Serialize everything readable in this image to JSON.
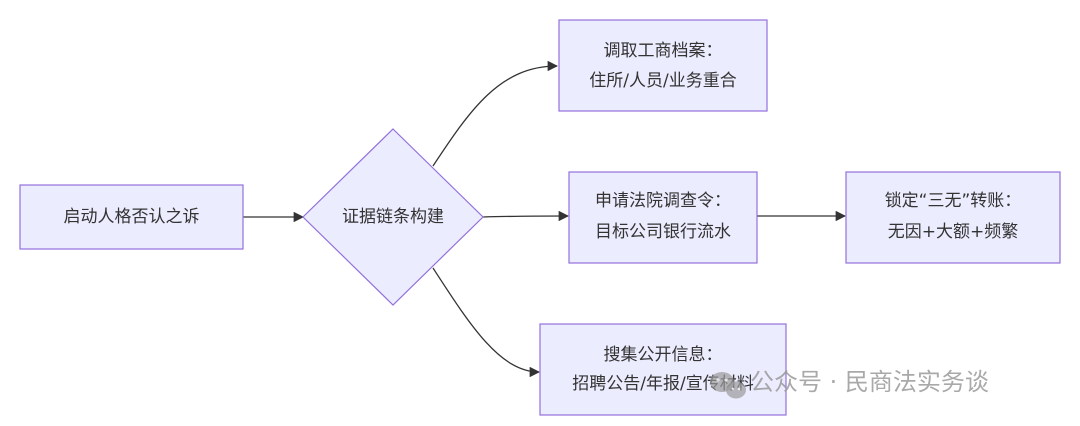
{
  "nodes": {
    "start": {
      "lines": [
        "启动人格否认之诉"
      ]
    },
    "decision": {
      "lines": [
        "证据链条构建"
      ]
    },
    "archive": {
      "lines": [
        "调取工商档案：",
        "住所/人员/业务重合"
      ]
    },
    "court_order": {
      "lines": [
        "申请法院调查令：",
        "目标公司银行流水"
      ]
    },
    "lock_transfer": {
      "lines": [
        "锁定“三无”转账：",
        "无因+大额+频繁"
      ]
    },
    "public_info": {
      "lines": [
        "搜集公开信息：",
        "招聘公告/年报/宣传材料"
      ]
    }
  },
  "watermark": {
    "text": "公众号 · 民商法实务谈",
    "icon": "wechat-logo-icon"
  },
  "colors": {
    "node_fill": "#ECECFF",
    "node_stroke": "#9370DB",
    "edge": "#333333",
    "text": "#333333",
    "watermark": "#9a9a9a"
  }
}
